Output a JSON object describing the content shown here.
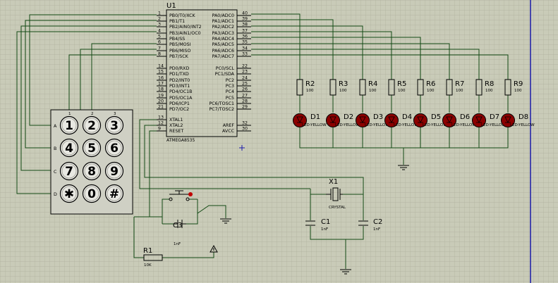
{
  "mcu": {
    "ref": "U1",
    "part": "ATMEGA8535",
    "left_pins": [
      {
        "num": "1",
        "name": "PB0/T0/XCK"
      },
      {
        "num": "2",
        "name": "PB1/T1"
      },
      {
        "num": "3",
        "name": "PB2/AIN0/INT2"
      },
      {
        "num": "4",
        "name": "PB3/AIN1/OC0"
      },
      {
        "num": "5",
        "name": "PB4/SS"
      },
      {
        "num": "6",
        "name": "PB5/MOSI"
      },
      {
        "num": "7",
        "name": "PB6/MISO"
      },
      {
        "num": "8",
        "name": "PB7/SCK"
      },
      {
        "num": "14",
        "name": "PD0/RXD"
      },
      {
        "num": "15",
        "name": "PD1/TXD"
      },
      {
        "num": "16",
        "name": "PD2/INT0"
      },
      {
        "num": "17",
        "name": "PD3/INT1"
      },
      {
        "num": "18",
        "name": "PD4/OC1B"
      },
      {
        "num": "19",
        "name": "PD5/OC1A"
      },
      {
        "num": "20",
        "name": "PD6/ICP1"
      },
      {
        "num": "21",
        "name": "PD7/OC2"
      },
      {
        "num": "13",
        "name": "XTAL1"
      },
      {
        "num": "12",
        "name": "XTAL2"
      },
      {
        "num": "9",
        "name": "RESET"
      }
    ],
    "right_pins": [
      {
        "num": "40",
        "name": "PA0/ADC0"
      },
      {
        "num": "39",
        "name": "PA1/ADC1"
      },
      {
        "num": "38",
        "name": "PA2/ADC2"
      },
      {
        "num": "37",
        "name": "PA3/ADC3"
      },
      {
        "num": "36",
        "name": "PA4/ADC4"
      },
      {
        "num": "35",
        "name": "PA5/ADC5"
      },
      {
        "num": "34",
        "name": "PA6/ADC6"
      },
      {
        "num": "33",
        "name": "PA7/ADC7"
      },
      {
        "num": "22",
        "name": "PC0/SCL"
      },
      {
        "num": "23",
        "name": "PC1/SDA"
      },
      {
        "num": "24",
        "name": "PC2"
      },
      {
        "num": "25",
        "name": "PC3"
      },
      {
        "num": "26",
        "name": "PC4"
      },
      {
        "num": "27",
        "name": "PC5"
      },
      {
        "num": "28",
        "name": "PC6/TOSC1"
      },
      {
        "num": "29",
        "name": "PC7/TOSC2"
      },
      {
        "num": "32",
        "name": "AREF"
      },
      {
        "num": "30",
        "name": "AVCC"
      }
    ]
  },
  "keypad": {
    "rows": [
      "A",
      "B",
      "C",
      "D"
    ],
    "cols": [
      "1",
      "2",
      "3"
    ],
    "keys": [
      "1",
      "2",
      "3",
      "4",
      "5",
      "6",
      "7",
      "8",
      "9",
      "✱",
      "0",
      "#"
    ]
  },
  "resistors": [
    {
      "ref": "R2",
      "value": "100"
    },
    {
      "ref": "R3",
      "value": "100"
    },
    {
      "ref": "R4",
      "value": "100"
    },
    {
      "ref": "R5",
      "value": "100"
    },
    {
      "ref": "R6",
      "value": "100"
    },
    {
      "ref": "R7",
      "value": "100"
    },
    {
      "ref": "R8",
      "value": "100"
    },
    {
      "ref": "R9",
      "value": "100"
    }
  ],
  "leds": [
    {
      "ref": "D1",
      "type": "LED-YELLOW"
    },
    {
      "ref": "D2",
      "type": "LED-YELLOW"
    },
    {
      "ref": "D3",
      "type": "LED-YELLOW"
    },
    {
      "ref": "D4",
      "type": "LED-YELLOW"
    },
    {
      "ref": "D5",
      "type": "LED-YELLOW"
    },
    {
      "ref": "D6",
      "type": "LED-YELLOW"
    },
    {
      "ref": "D7",
      "type": "LED-YELLOW"
    },
    {
      "ref": "D8",
      "type": "LED-YELLOW"
    }
  ],
  "crystal": {
    "ref": "X1",
    "type": "CRYSTAL"
  },
  "caps": [
    {
      "ref": "C1",
      "value": "1nF"
    },
    {
      "ref": "C2",
      "value": "1nF"
    },
    {
      "ref": "C3",
      "value": "1nF"
    }
  ],
  "reset_resistor": {
    "ref": "R1",
    "value": "10K"
  },
  "colors": {
    "background": "#c9cbb8",
    "grid": "#aeb09d",
    "wire": "#124a14",
    "led": "#8b0000",
    "margin_line": "#1a1aa8"
  }
}
